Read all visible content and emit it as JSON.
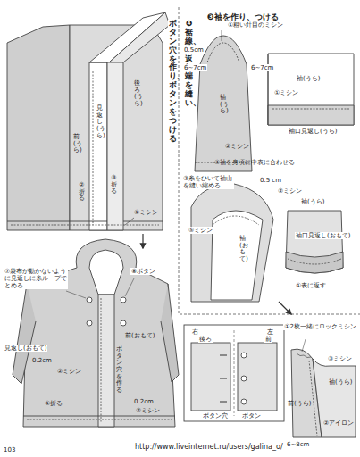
{
  "diagram": {
    "labels": [
      "❸袖を作り、つける",
      "❹裾線、見返し端を縫い、",
      "ボタン穴を作り、ボタンをつける",
      "見返し(うら)",
      "後ろ(うら)",
      "③折る",
      "前(うら)",
      "②折る",
      "①ミシン",
      "①粗い針目のミシン",
      "0.5cm",
      "6~7cm",
      "6~7cm",
      "袖(うら)",
      "②ミシン",
      "袖(うら)",
      "①ミシン",
      "袖口見返し(うら)",
      "③糸をひいて袖山を縫い縮める",
      "袖(おもて)",
      "⑤ミシン",
      "④袖を身頃に中表に合わせる",
      "0.5 cm",
      "袖(うら)",
      "②ミシン",
      "袖口見返し(おもて)",
      "①表に返す",
      "⑦袋布が動かないように見返しに糸ループでとめる",
      "⑧ボタン",
      "見返し(おもて)",
      "0.2cm",
      "前(おもて)",
      "ボタン穴を作る",
      "②ミシン",
      "①折る",
      "0.2cm",
      "②ミシン",
      "右",
      "左",
      "後ろ",
      "前",
      "ボタン穴",
      "ボタン",
      "①2枚一緒にロックミシン",
      "③ミシン",
      "袖(うら)",
      "前(うら)",
      "②アイロン",
      "6~8cm",
      "103",
      "http://www.liveinternet.ru/users/galina_o/"
    ]
  }
}
